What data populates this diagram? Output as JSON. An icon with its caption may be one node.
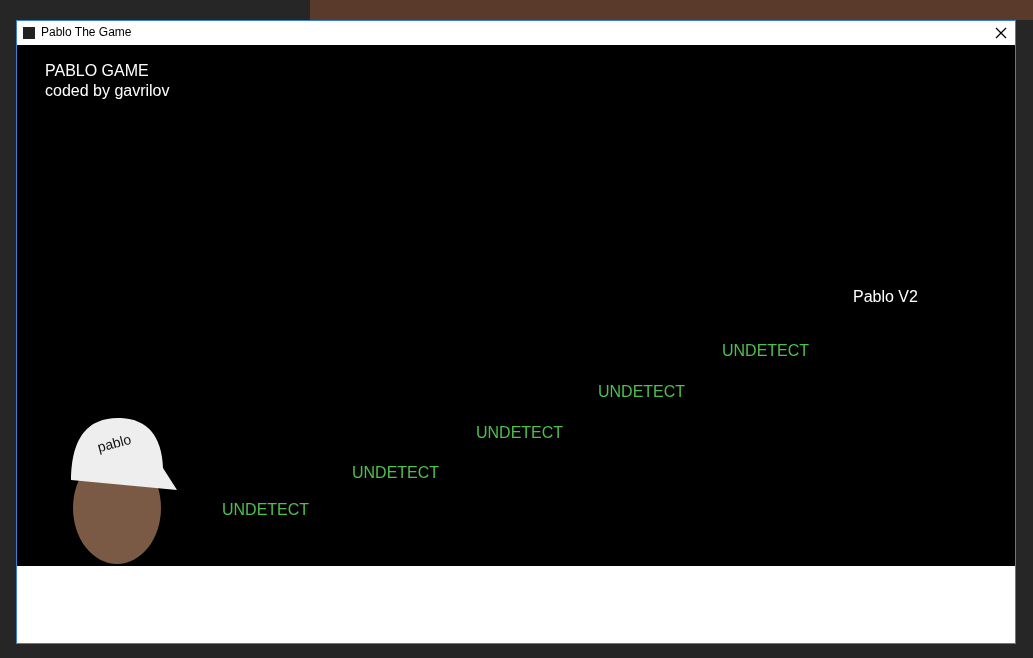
{
  "diagram": {
    "title": "Pablo The Game",
    "labels": [
      "PABLO GAME",
      "coded by gavrilov",
      "Pablo V2",
      "UNDETECT",
      "UNDETECT",
      "UNDETECT",
      "UNDETECT",
      "UNDETECT",
      "pablo"
    ]
  }
}
